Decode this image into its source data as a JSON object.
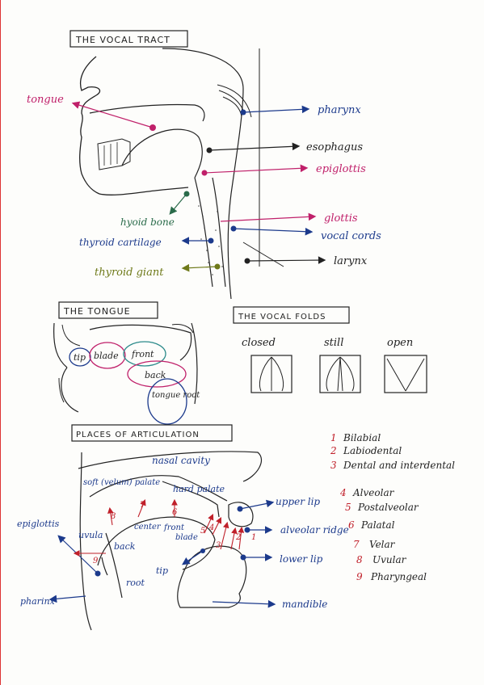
{
  "sections": {
    "vocal_tract": "THE VOCAL TRACT",
    "tongue": "THE TONGUE",
    "vocal_folds": "THE VOCAL FOLDS",
    "articulation": "PLACES OF ARTICULATION"
  },
  "vocal_tract_labels": {
    "tongue": "tongue",
    "pharynx": "pharynx",
    "esophagus": "esophagus",
    "epiglottis": "epiglottis",
    "glottis": "glottis",
    "vocal_cords": "vocal cords",
    "larynx": "larynx",
    "hyoid_bone": "hyoid bone",
    "thyroid_cartilage": "thyroid cartilage",
    "thyroid_giant": "thyroid giant"
  },
  "tongue_parts": {
    "tip": "tip",
    "blade": "blade",
    "front": "front",
    "back": "back",
    "root": "tongue root"
  },
  "vocal_fold_states": [
    "closed",
    "still",
    "open"
  ],
  "articulation_labels": {
    "nasal_cavity": "nasal cavity",
    "soft_palate": "soft (velum) palate",
    "hard_palate": "hard palate",
    "upper_lip": "upper lip",
    "alveolar_ridge": "alveolar ridge",
    "lower_lip": "lower lip",
    "mandible": "mandible",
    "epiglottis": "epiglottis",
    "uvula": "uvula",
    "back": "back",
    "center": "center",
    "front": "front",
    "blade": "blade",
    "tip": "tip",
    "root": "root",
    "pharynx": "pharinx"
  },
  "places": [
    {
      "num": "1",
      "label": "Bilabial"
    },
    {
      "num": "2",
      "label": "Labiodental"
    },
    {
      "num": "3",
      "label": "Dental and interdental"
    },
    {
      "num": "4",
      "label": "Alveolar"
    },
    {
      "num": "5",
      "label": "Postalveolar"
    },
    {
      "num": "6",
      "label": "Palatal"
    },
    {
      "num": "7",
      "label": "Velar"
    },
    {
      "num": "8",
      "label": "Uvular"
    },
    {
      "num": "9",
      "label": "Pharyngeal"
    }
  ],
  "colors": {
    "ink": "#222222",
    "blue": "#1c3a8c",
    "magenta": "#c0206a",
    "green": "#2a6b4a",
    "olive": "#6f7a1a",
    "red": "#c0202a",
    "margin": "#dd3333"
  }
}
